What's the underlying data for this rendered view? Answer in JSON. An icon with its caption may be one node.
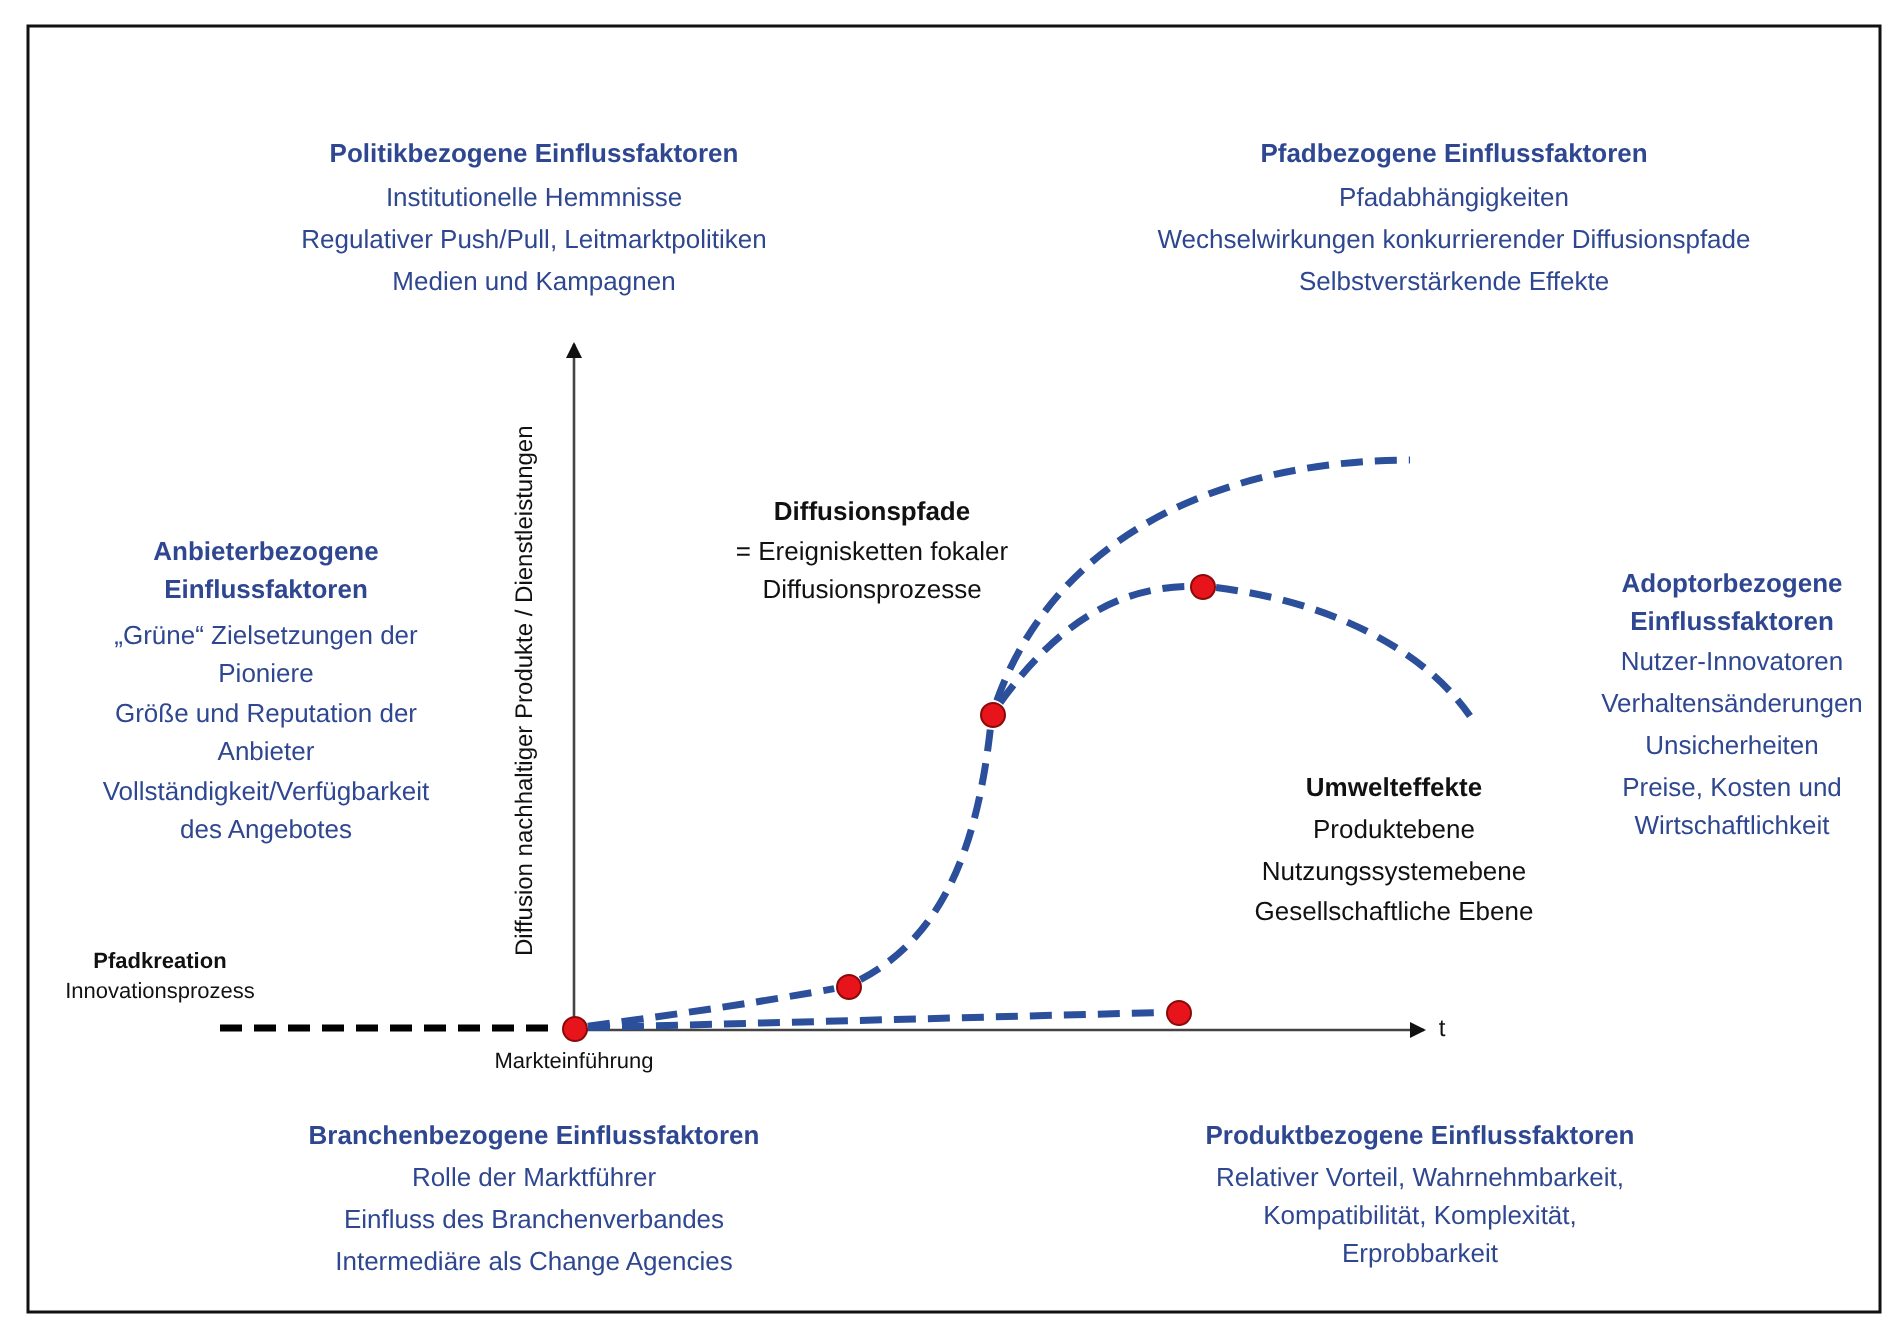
{
  "diagram": {
    "nodes": [
      {
        "text": [],
        "shape": "circle"
      },
      {
        "text": [],
        "shape": "circle"
      },
      {
        "text": [],
        "shape": "circle"
      },
      {
        "text": [],
        "shape": "circle"
      },
      {
        "text": [],
        "shape": "circle"
      }
    ],
    "edges": [
      {
        "from": null,
        "to": 0,
        "arrow": "none",
        "style": "dashed",
        "color": "#000000"
      },
      {
        "from": 0,
        "to": 1,
        "arrow": "none",
        "style": "dashed"
      },
      {
        "from": 1,
        "to": 2,
        "arrow": "none",
        "style": "dashed"
      },
      {
        "from": 2,
        "to": null,
        "arrow": "none",
        "style": "dashed"
      },
      {
        "from": 2,
        "to": 3,
        "arrow": "none",
        "style": "dashed"
      },
      {
        "from": 3,
        "to": null,
        "arrow": "none",
        "style": "dashed"
      },
      {
        "from": 0,
        "to": 4,
        "arrow": "none",
        "style": "dashed"
      }
    ],
    "labels": [
      "Politikbezogene Einflussfaktoren",
      "Institutionelle Hemmnisse",
      "Regulativer Push/Pull, Leitmarktpolitiken",
      "Medien und Kampagnen",
      "Pfadbezogene Einflussfaktoren",
      "Pfadabhängigkeiten",
      "Wechselwirkungen konkurrierender Diffusionspfade",
      "Selbstverstärkende Effekte",
      "Diffusionspfade",
      "= Ereignisketten fokaler Diffusionsprozesse",
      "Anbieterbezogene Einflussfaktoren",
      "„Grüne“ Zielsetzungen der Pioniere",
      "Größe und Reputation der Anbieter",
      "Vollständigkeit/Verfügbarkeit des Angebotes",
      "Adoptorbezogene Einflussfaktoren",
      "Nutzer-Innovatoren",
      "Verhaltensänderungen",
      "Unsicherheiten",
      "Preise, Kosten und Wirtschaftlichkeit",
      "Diffusion nachhaltiger Produkte / Dienstleistungen",
      "Umwelteffekte",
      "Produktebene",
      "Nutzungssystemebene",
      "Gesellschaftliche Ebene",
      "Pfadkreation",
      "Innovationsprozess",
      "t",
      "Markteinführung",
      "Branchenbezogene Einflussfaktoren",
      "Rolle der Marktführer",
      "Einfluss des Branchenverbandes",
      "Intermediäre als Change Agencies",
      "Produktbezogene Einflussfaktoren",
      "Relativer Vorteil, Wahrnehmbarkeit, Kompatibilität, Komplexität, Erprobbarkeit"
    ]
  }
}
